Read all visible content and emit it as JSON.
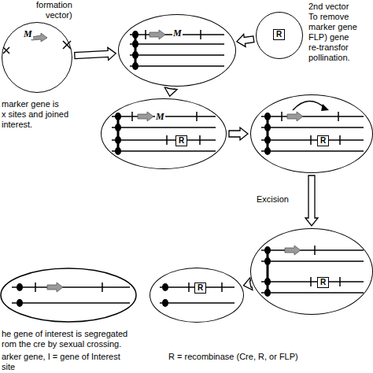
{
  "diagram": {
    "nodes": [
      {
        "text": [
          "M"
        ]
      },
      {
        "text": [
          "M"
        ]
      },
      {
        "text": [
          "R"
        ]
      },
      {
        "text": [
          "M",
          "R"
        ]
      },
      {
        "text": [
          "R"
        ]
      },
      {
        "text": [
          "R"
        ]
      },
      {
        "text": [
          "R"
        ]
      }
    ],
    "edges": [
      {
        "from": 0,
        "to": 1,
        "arrow": "to"
      },
      {
        "from": 2,
        "to": 1,
        "arrow": "to"
      },
      {
        "from": 1,
        "to": 3,
        "arrow": "to"
      },
      {
        "from": 3,
        "to": 4,
        "arrow": "to"
      },
      {
        "from": 4,
        "to": 5,
        "arrow": "to",
        "label": "Excision"
      },
      {
        "from": 5,
        "to": 6,
        "arrow": "to"
      }
    ],
    "labels": [
      "formation",
      "vector)",
      "2nd vector",
      "To remove",
      "marker gene",
      "FLP) gene",
      "re-transfor",
      "pollination.",
      "marker gene is",
      "x sites and joined",
      "interest.",
      "he gene of interest is segregated",
      "rom the cre by sexual crossing.",
      "arker gene, I = gene of Interest",
      "R = recombinase (Cre, R, or FLP)",
      "site"
    ]
  }
}
